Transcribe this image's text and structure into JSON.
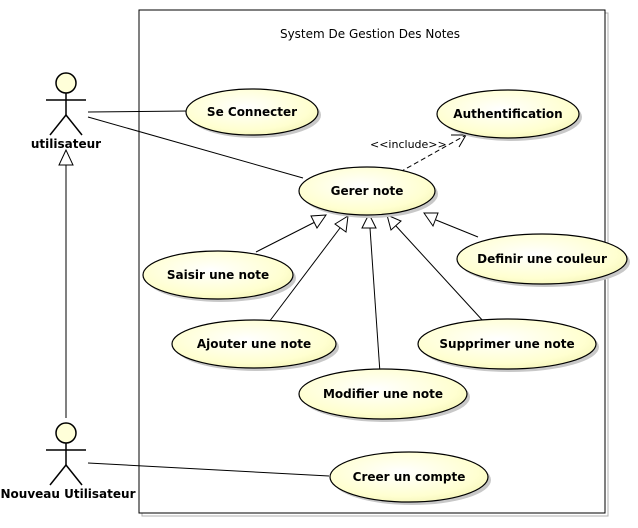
{
  "system": {
    "title": "System De Gestion Des Notes"
  },
  "actors": {
    "utilisateur": "utilisateur",
    "nouveau": "Nouveau Utilisateur"
  },
  "use_cases": {
    "se_connecter": "Se Connecter",
    "authentification": "Authentification",
    "gerer_note": "Gerer note",
    "saisir_note": "Saisir une note",
    "ajouter_note": "Ajouter une note",
    "modifier_note": "Modifier une note",
    "supprimer_note": "Supprimer une note",
    "definir_couleur": "Definir une couleur",
    "creer_compte": "Creer un compte"
  },
  "relations": {
    "include_label": "<<include>>"
  },
  "colors": {
    "use_case_fill": "#ffffcc",
    "actor_head_fill": "#ffffd9",
    "border": "#000000"
  }
}
